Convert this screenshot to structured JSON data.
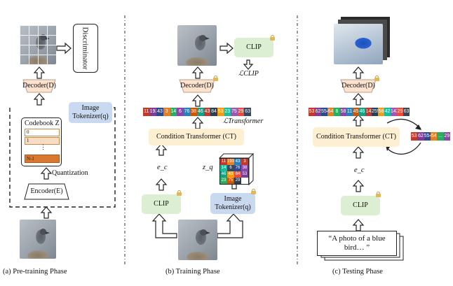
{
  "panel_a": {
    "discriminator": "Discriminator",
    "decoder": "Decoder(D)",
    "tokenizer": "Image Tokenizer(q)",
    "codebook": "Codebook Z",
    "codebook_rows": [
      "0",
      "1",
      "⋮",
      "N-1"
    ],
    "quantization": "Quantization",
    "encoder": "Encoder(E)",
    "caption": "(a) Pre-training Phase"
  },
  "panel_b": {
    "clip_top": "CLIP",
    "loss_clip": "ℒCLIP",
    "decoder": "Decoder(D)",
    "tokens": [
      "11",
      "193",
      "43",
      "3",
      "14",
      "6",
      "76",
      "38",
      "46",
      "43",
      "84",
      "53",
      "23",
      "75",
      "29",
      "63"
    ],
    "loss_transformer": "ℒTransformer",
    "ct": "Condition Transformer (CT)",
    "ec": "e_c",
    "zq": "z_q",
    "grid": [
      "11",
      "193",
      "43",
      "3",
      "14",
      "6",
      "76",
      "38",
      "46",
      "43",
      "84",
      "53",
      "23",
      "75",
      "29",
      ""
    ],
    "clip_bottom": "CLIP",
    "tokenizer": "Image Tokenizer(q)",
    "caption": "(b) Training Phase"
  },
  "panel_c": {
    "decoder": "Decoder(D)",
    "tokens": [
      "53",
      "62",
      "554",
      "64",
      "8",
      "58",
      "11",
      "45",
      "46",
      "14",
      "255",
      "58",
      "42",
      "143",
      "29",
      "63"
    ],
    "ct": "Condition Transformer (CT)",
    "side_tokens": [
      "53",
      "62",
      "554",
      "64",
      "...",
      "29"
    ],
    "ec": "e_c",
    "clip": "CLIP",
    "prompt": "“A photo of a blue bird… ”",
    "caption": "(c) Testing Phase"
  },
  "colors": {
    "tokens": [
      "#c0392b",
      "#7d3c98",
      "#2e4a8c",
      "#e67e22",
      "#27ae60",
      "#8e44ad",
      "#2980b9",
      "#d35400",
      "#16a085",
      "#c0392b",
      "#2c3e50",
      "#f39c12",
      "#1abc9c",
      "#9b59b6",
      "#e74c3c",
      "#34495e"
    ],
    "decoder_fill": "#fde3cf",
    "clip_fill": "#dcefd2",
    "ct_fill": "#fdf0d2",
    "tokenizer_fill": "#c9d9f0"
  }
}
